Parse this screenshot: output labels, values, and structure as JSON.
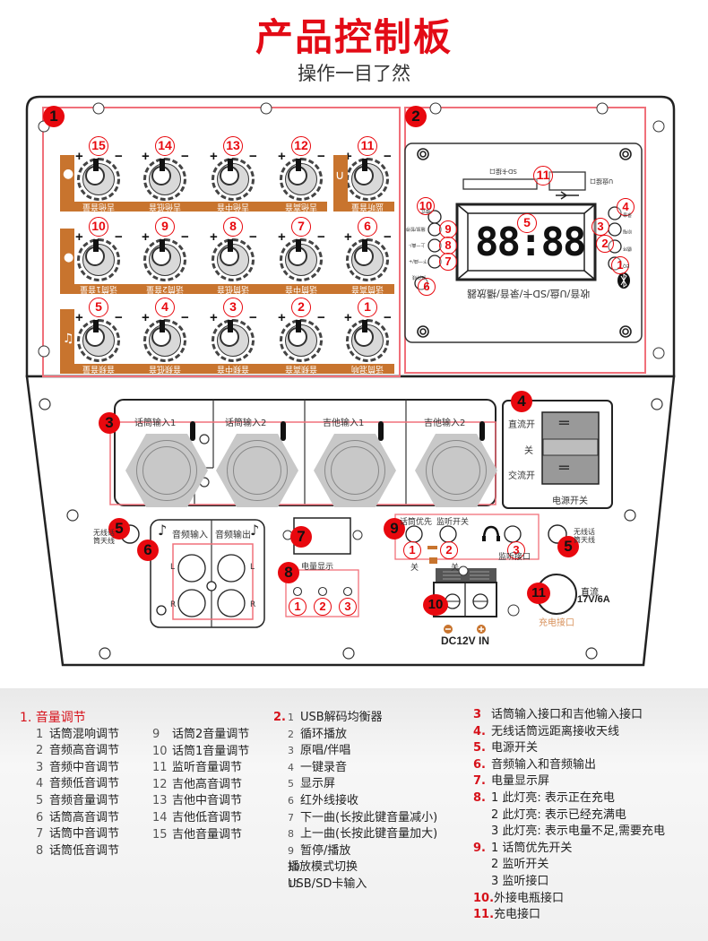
{
  "header": {
    "title": "产品控制板",
    "subtitle": "操作一目了然"
  },
  "colors": {
    "accent_red": "#e30b16",
    "bar_orange": "#c8742e",
    "legend_bg": "#eeeeee"
  },
  "panel": {
    "section_badges": [
      "1",
      "2",
      "3",
      "4",
      "5",
      "6",
      "7",
      "8",
      "9",
      "10",
      "11"
    ],
    "knobs": [
      {
        "num": "15",
        "label": "吉他音量"
      },
      {
        "num": "14",
        "label": "吉他低音"
      },
      {
        "num": "13",
        "label": "吉他中音"
      },
      {
        "num": "12",
        "label": "吉他高音"
      },
      {
        "num": "11",
        "label": "监听音量"
      },
      {
        "num": "10",
        "label": "话筒1音量"
      },
      {
        "num": "9",
        "label": "话筒2音量"
      },
      {
        "num": "8",
        "label": "话筒低音"
      },
      {
        "num": "7",
        "label": "话筒中音"
      },
      {
        "num": "6",
        "label": "话筒高音"
      },
      {
        "num": "5",
        "label": "音频音量"
      },
      {
        "num": "4",
        "label": "音频低音"
      },
      {
        "num": "3",
        "label": "音频中音"
      },
      {
        "num": "2",
        "label": "音频高音"
      },
      {
        "num": "1",
        "label": "话筒混响"
      }
    ],
    "plus": "+",
    "minus": "−",
    "player": {
      "display": "88:88",
      "sd_label": "SD卡接口",
      "usb_label": "U盘接口",
      "bottom_text": "收音/U盘/SD卡/录音/播放器",
      "left_buttons": [
        {
          "num": "10",
          "label": "模式"
        },
        {
          "num": "9",
          "label": "播放/暂停"
        },
        {
          "num": "8",
          "label": "上一曲/-"
        },
        {
          "num": "7",
          "label": "下一曲/+"
        },
        {
          "num": "6",
          "label": "红外线"
        }
      ],
      "right_buttons": [
        {
          "num": "4",
          "label": "录音"
        },
        {
          "num": "3",
          "label": "原唱"
        },
        {
          "num": "2",
          "label": "循环"
        },
        {
          "num": "1",
          "label": "EQ"
        }
      ],
      "usb_num": "11",
      "display_num": "5"
    },
    "inputs": [
      {
        "label": "话筒输入1"
      },
      {
        "label": "话筒输入2"
      },
      {
        "label": "吉他输入1"
      },
      {
        "label": "吉他输入2"
      }
    ],
    "power": {
      "dc_on": "直流开",
      "off": "关",
      "ac_on": "交流开",
      "title": "电源开关",
      "glyph": "═"
    },
    "antenna_left": "无线话筒天线",
    "antenna_right": "无线话筒天线",
    "audio_in": "音频输入",
    "audio_out": "音频输出",
    "channel_l": "L",
    "channel_r": "R",
    "battery_display": "电量显示",
    "battery_leds": [
      "1",
      "2",
      "3"
    ],
    "mic_priority": "话筒优先",
    "monitor_switch": "监听开关",
    "monitor_jack": "监听接口",
    "switch_on": "开",
    "switch_off": "关",
    "switch_nums": [
      "1",
      "2",
      "3"
    ],
    "dc_in": "DC12V IN",
    "charge_spec_line1": "直流",
    "charge_spec_line2": "17V/6A",
    "charge_port": "充电接口"
  },
  "legend": {
    "col1": {
      "head": "1. 音量调节",
      "items": [
        {
          "n": "1",
          "t": "话筒混响调节"
        },
        {
          "n": "2",
          "t": "音频高音调节"
        },
        {
          "n": "3",
          "t": "音频中音调节"
        },
        {
          "n": "4",
          "t": "音频低音调节"
        },
        {
          "n": "5",
          "t": "音频音量调节"
        },
        {
          "n": "6",
          "t": "话筒高音调节"
        },
        {
          "n": "7",
          "t": "话筒中音调节"
        },
        {
          "n": "8",
          "t": "话筒低音调节"
        }
      ],
      "items2": [
        {
          "n": "9",
          "t": "话筒2音量调节"
        },
        {
          "n": "10",
          "t": "话筒1音量调节"
        },
        {
          "n": "11",
          "t": "监听音量调节"
        },
        {
          "n": "12",
          "t": "吉他高音调节"
        },
        {
          "n": "13",
          "t": "吉他中音调节"
        },
        {
          "n": "14",
          "t": "吉他低音调节"
        },
        {
          "n": "15",
          "t": "吉他音量调节"
        }
      ]
    },
    "col2": {
      "head": "2.",
      "items": [
        {
          "n": "1",
          "t": "USB解码均衡器"
        },
        {
          "n": "2",
          "t": "循环播放"
        },
        {
          "n": "3",
          "t": "原唱/伴唱"
        },
        {
          "n": "4",
          "t": "一键录音"
        },
        {
          "n": "5",
          "t": "显示屏"
        },
        {
          "n": "6",
          "t": "红外线接收"
        },
        {
          "n": "7",
          "t": "下一曲(长按此键音量减小)"
        },
        {
          "n": "8",
          "t": "上一曲(长按此键音量加大)"
        },
        {
          "n": "9",
          "t": "暂停/播放"
        },
        {
          "n": "10",
          "t": "播放模式切换"
        },
        {
          "n": "11",
          "t": "USB/SD卡输入"
        }
      ]
    },
    "col3": [
      {
        "head": "3",
        "t": "话筒输入接口和吉他输入接口",
        "sub": []
      },
      {
        "head": "4.",
        "t": "无线话筒远距离接收天线",
        "sub": []
      },
      {
        "head": "5.",
        "t": "电源开关",
        "sub": []
      },
      {
        "head": "6.",
        "t": "音频输入和音频输出",
        "sub": []
      },
      {
        "head": "7.",
        "t": "电量显示屏",
        "sub": []
      },
      {
        "head": "8.",
        "t": "1 此灯亮: 表示正在充电",
        "sub": [
          "2 此灯亮: 表示已经充满电",
          "3 此灯亮: 表示电量不足,需要充电"
        ]
      },
      {
        "head": "9.",
        "t": "1 话筒优先开关",
        "sub": [
          "2 监听开关",
          "3 监听接口"
        ]
      },
      {
        "head": "10.",
        "t": "外接电瓶接口",
        "sub": []
      },
      {
        "head": "11.",
        "t": "充电接口",
        "sub": []
      }
    ]
  }
}
